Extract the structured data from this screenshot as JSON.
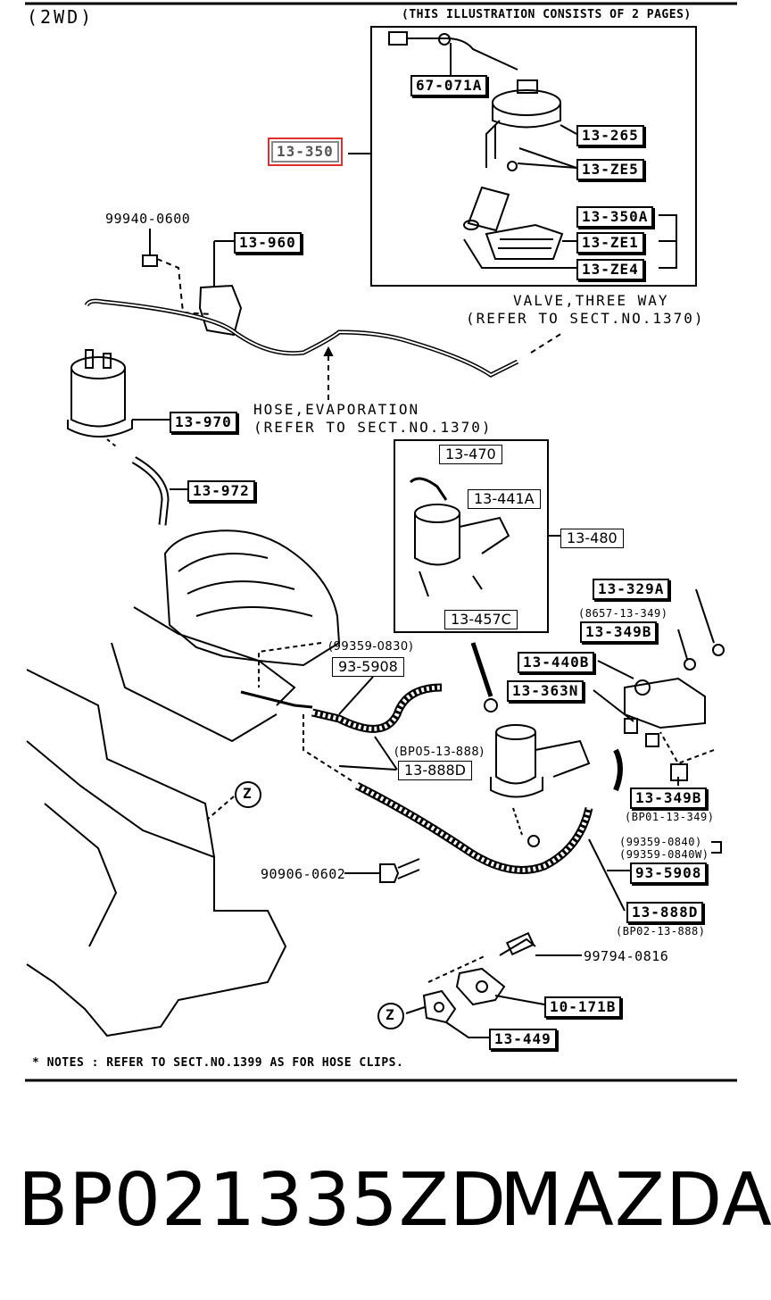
{
  "header": {
    "variant": "(2WD)",
    "illustration_note": "(THIS ILLUSTRATION CONSISTS OF  2 PAGES)"
  },
  "labels": {
    "p67_071a": "67-071A",
    "p13_265": "13-265",
    "p13_350": "13-350",
    "p13_ze5": "13-ZE5",
    "p13_350a": "13-350A",
    "p13_ze1": "13-ZE1",
    "p13_ze4": "13-ZE4",
    "p99940_0600": "99940-0600",
    "p13_960": "13-960",
    "valve_line1": "VALVE,THREE WAY",
    "valve_line2": "(REFER TO SECT.NO.1370)",
    "hose_line1": "HOSE,EVAPORATION",
    "hose_line2": "(REFER TO SECT.NO.1370)",
    "p13_970": "13-970",
    "p13_972": "13-972",
    "p13_470": "13-470",
    "p13_441a": "13-441A",
    "p13_480": "13-480",
    "p13_457c": "13-457C",
    "p13_329a": "13-329A",
    "p8657_note": "(8657-13-349)",
    "p13_349b_top": "13-349B",
    "p99359_0830": "(99359-0830)",
    "p93_5908_top": "93-5908",
    "p13_440b": "13-440B",
    "p13_363n": "13-363N",
    "pbp05_note": "(BP05-13-888)",
    "p13_888d_top": "13-888D",
    "p13_349b_bot": "13-349B",
    "pbp01_note": "(BP01-13-349)",
    "p99359_0840": "(99359-0840)",
    "p99359_0840w": "(99359-0840W)",
    "p93_5908_bot": "93-5908",
    "p90906_0602": "90906-0602",
    "p13_888d_bot": "13-888D",
    "pbp02_note": "(BP02-13-888)",
    "p99794_0816": "99794-0816",
    "p10_171b": "10-171B",
    "p13_449": "13-449",
    "z_top": "Z",
    "z_bot": "Z",
    "notes": "* NOTES : REFER TO SECT.NO.1399 AS FOR HOSE CLIPS."
  },
  "footer": {
    "part_number": "BP021335ZD",
    "brand": "MAZDA"
  },
  "colors": {
    "highlight": "#e0302a",
    "line": "#000000",
    "background": "#ffffff"
  }
}
